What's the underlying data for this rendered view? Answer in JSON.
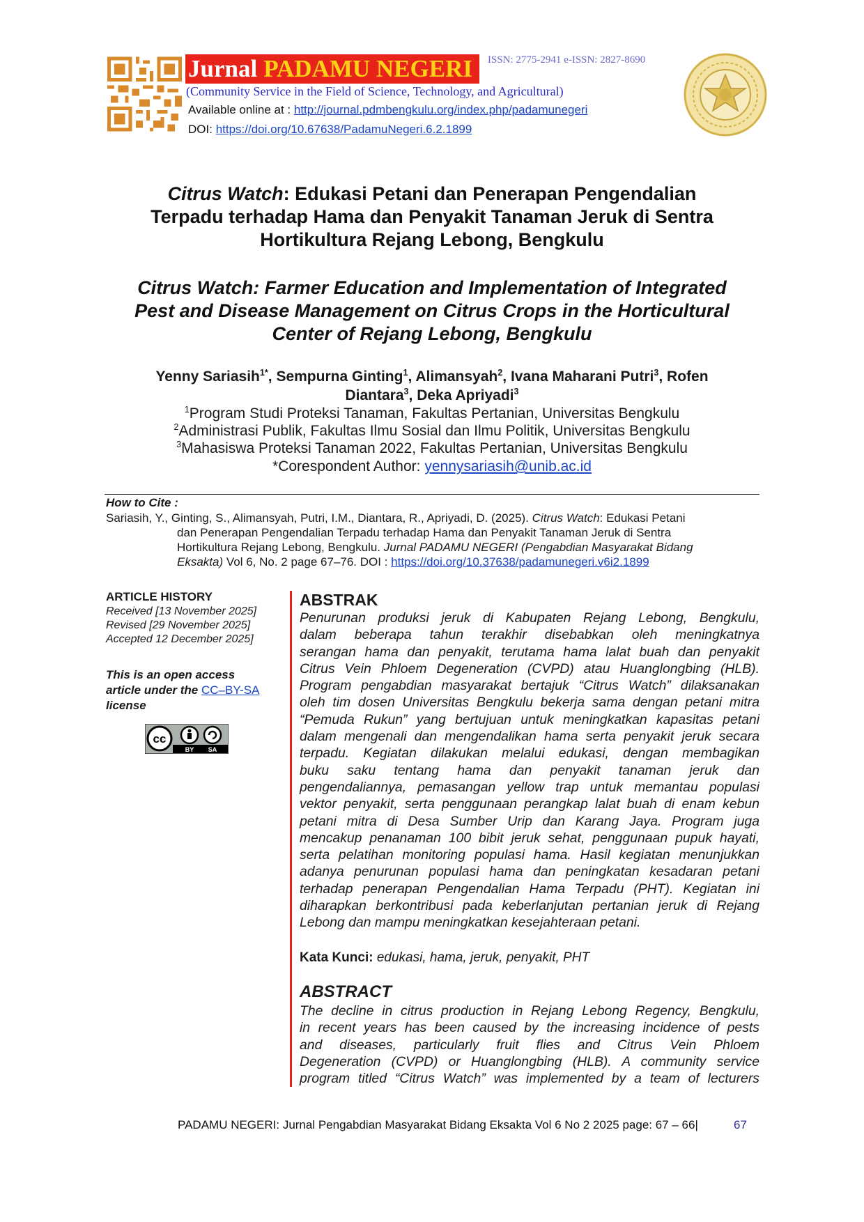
{
  "header": {
    "journal_name_part1": "Jurnal",
    "journal_name_part2": "PADAMU NEGERI",
    "issn": "ISSN: 2775-2941 e-ISSN: 2827-8690",
    "subtitle": "(Community Service in the Field of Science, Technology, and Agricultural)",
    "available_label": "Available online at :",
    "available_url": "http://journal.pdmbengkulu.org/index.php/padamunegeri",
    "doi_label": "DOI:",
    "doi_url": "https://doi.org/10.67638/PadamuNegeri.6.2.1899",
    "qr_icon": "qr-code-icon",
    "seal_icon": "journal-seal-icon",
    "colors": {
      "banner_red": "#e8231a",
      "banner_yellow": "#fcd116",
      "link_blue": "#1a45c4",
      "seal_gold": "#d4b24a"
    }
  },
  "title_id": {
    "italic_part": "Citrus Watch",
    "line1_rest": ": Edukasi Petani dan Penerapan Pengendalian",
    "line2": "Terpadu terhadap Hama dan Penyakit Tanaman Jeruk di Sentra",
    "line3": "Hortikultura Rejang Lebong, Bengkulu"
  },
  "title_en": {
    "line1": "Citrus Watch: Farmer Education and Implementation of Integrated",
    "line2": "Pest and Disease Management on Citrus Crops in the Horticultural",
    "line3": "Center of Rejang Lebong, Bengkulu"
  },
  "authors": [
    {
      "name": "Yenny Sariasih",
      "sup": "1*"
    },
    {
      "name": "Sempurna Ginting",
      "sup": "1"
    },
    {
      "name": "Alimansyah",
      "sup": "2"
    },
    {
      "name": "Ivana Maharani Putri",
      "sup": "3"
    },
    {
      "name": "Rofen Diantara",
      "sup": "3"
    },
    {
      "name": "Deka Apriyadi",
      "sup": "3"
    }
  ],
  "affiliations": [
    {
      "sup": "1",
      "text": "Program Studi Proteksi Tanaman, Fakultas Pertanian, Universitas Bengkulu"
    },
    {
      "sup": "2",
      "text": "Administrasi Publik, Fakultas Ilmu Sosial dan Ilmu Politik, Universitas Bengkulu"
    },
    {
      "sup": "3",
      "text": "Mahasiswa Proteksi Tanaman 2022, Fakultas Pertanian, Universitas Bengkulu"
    }
  ],
  "correspondent": {
    "label": "*Corespondent Author:",
    "email": "yennysariasih@unib.ac.id"
  },
  "citation": {
    "heading": "How to Cite :",
    "line1_plain": "Sariasih, Y., Ginting, S., Alimansyah, Putri, I.M., Diantara, R., Apriyadi, D. (2025).",
    "line1_italic": "Citrus Watch",
    "line1_rest": ": Edukasi Petani",
    "line2": "dan Penerapan Pengendalian Terpadu terhadap Hama dan Penyakit Tanaman Jeruk di Sentra",
    "line3_plain": "Hortikultura Rejang Lebong, Bengkulu.",
    "line3_italic": "Jurnal PADAMU NEGERI (Pengabdian Masyarakat Bidang",
    "line4_italic": "Eksakta)",
    "line4_plain": "Vol 6, No. 2 page 67–76. DOI :",
    "doi_url": "https://doi.org/10.37638/padamunegeri.v6i2.1899"
  },
  "article_history": {
    "heading": "ARTICLE HISTORY",
    "received": "Received [13 November 2025]",
    "revised": "Revised [29 November 2025]",
    "accepted": "Accepted 12 December 2025]"
  },
  "open_access": {
    "line1": "This is an open access",
    "line2_prefix": "article under the",
    "license_link": "CC–BY-SA",
    "line3": "license",
    "badge_icon": "cc-by-sa-badge-icon",
    "badge_labels": {
      "cc": "cc",
      "by": "BY",
      "sa": "SA"
    }
  },
  "abstrak": {
    "heading": "ABSTRAK",
    "lines": [
      "Penurunan produksi jeruk di Kabupaten Rejang Lebong, Bengkulu,",
      "dalam beberapa tahun terakhir disebabkan oleh meningkatnya",
      "serangan hama dan penyakit, terutama  hama lalat buah  dan penyakit",
      "Citrus Vein Phloem Degeneration (CVPD) atau Huanglongbing (HLB).",
      "Program pengabdian masyarakat bertajuk “Citrus Watch” dilaksanakan",
      "oleh tim dosen Universitas Bengkulu bekerja sama dengan petani mitra",
      "“Pemuda Rukun” yang bertujuan untuk meningkatkan kapasitas petani",
      "dalam mengenali dan mengendalikan hama serta penyakit jeruk secara",
      "terpadu. Kegiatan dilakukan melalui edukasi, dengan membagikan",
      "buku saku  tentang hama dan penyakit tanaman jeruk dan",
      "pengendaliannya, pemasangan yellow trap untuk memantau populasi",
      "vektor penyakit, serta penggunaan perangkap lalat buah di enam kebun",
      "petani mitra di Desa Sumber Urip dan Karang Jaya. Program juga",
      "mencakup penanaman 100 bibit jeruk sehat, penggunaan pupuk hayati,",
      "serta pelatihan monitoring populasi hama. Hasil kegiatan menunjukkan",
      "adanya penurunan populasi hama dan peningkatan kesadaran petani",
      "terhadap penerapan Pengendalian Hama Terpadu (PHT). Kegiatan ini",
      "diharapkan berkontribusi pada keberlanjutan pertanian jeruk di Rejang",
      "Lebong dan mampu meningkatkan kesejahteraan petani."
    ],
    "keywords_label": "Kata Kunci:",
    "keywords": "edukasi, hama,  jeruk, penyakit, PHT"
  },
  "abstract": {
    "heading": "ABSTRACT",
    "lines": [
      "The decline in citrus production in Rejang Lebong Regency, Bengkulu,",
      "in recent years has been caused by the increasing incidence of pests",
      "and diseases, particularly fruit flies and Citrus Vein Phloem",
      "Degeneration (CVPD) or Huanglongbing (HLB). A community service",
      "program titled “Citrus Watch” was implemented by a team of lecturers"
    ]
  },
  "footer": {
    "text": "PADAMU NEGERI: Jurnal Pengabdian Masyarakat Bidang Eksakta Vol 6 No 2 2025 page: 67 – 66|",
    "page_number": "67"
  }
}
